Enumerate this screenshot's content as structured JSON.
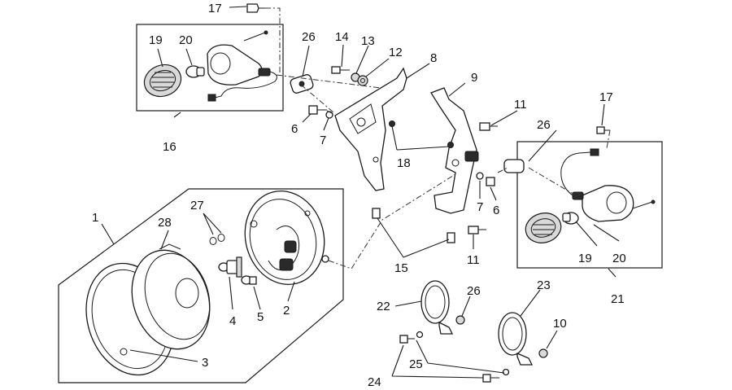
{
  "callouts": {
    "c1": "1",
    "c2": "2",
    "c3": "3",
    "c4": "4",
    "c5": "5",
    "c6a": "6",
    "c6b": "6",
    "c7a": "7",
    "c7b": "7",
    "c8": "8",
    "c9": "9",
    "c10": "10",
    "c11a": "11",
    "c11b": "11",
    "c12": "12",
    "c13": "13",
    "c14": "14",
    "c15": "15",
    "c16": "16",
    "c17a": "17",
    "c17b": "17",
    "c18": "18",
    "c19a": "19",
    "c19b": "19",
    "c20a": "20",
    "c20b": "20",
    "c21": "21",
    "c22": "22",
    "c23": "23",
    "c24": "24",
    "c25": "25",
    "c26a": "26",
    "c26b": "26",
    "c26c": "26",
    "c27": "27",
    "c28": "28"
  },
  "colors": {
    "line": "#1a1a1a",
    "paper": "#ffffff",
    "shade": "#d9d9d9"
  }
}
